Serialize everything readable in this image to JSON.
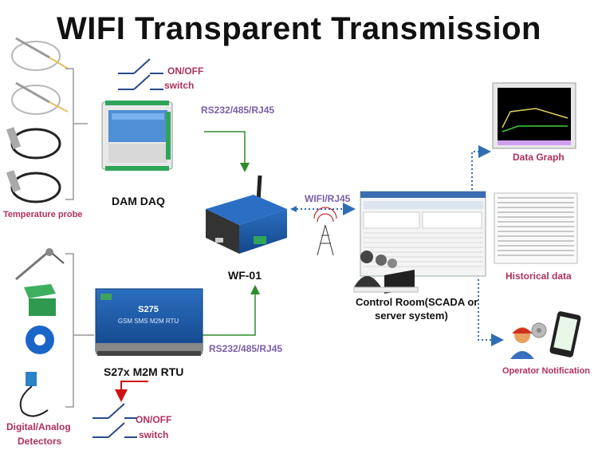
{
  "title": "WIFI Transparent Transmission",
  "labels": {
    "onoff_top_line1": "ON/OFF",
    "onoff_top_line2": "switch",
    "rs_top": "RS232/485/RJ45",
    "rs_bottom": "RS232/485/RJ45",
    "dam_daq": "DAM DAQ",
    "temp_probe": "Temperature probe",
    "wifi_rj45": "WIFI/RJ45",
    "wf01": "WF-01",
    "data_graph": "Data Graph",
    "historical_data": "Historical data",
    "control_room_line1": "Control Room(SCADA or",
    "control_room_line2": "server system)",
    "operator_notification": "Operator Notification",
    "s27x": "S27x M2M RTU",
    "digital_analog_line1": "Digital/Analog",
    "digital_analog_line2": "Detectors",
    "onoff_bottom_line1": "ON/OFF",
    "onoff_bottom_line2": "switch"
  },
  "device_text": {
    "s275_model": "S275",
    "s275_sub": "GSM SMS M2M RTU"
  },
  "colors": {
    "green_arrow": "#2e8b2e",
    "blue_dotted": "#2f6db5",
    "purple_label": "#7b5ea8",
    "pink_label": "#b0305a",
    "red_arrow": "#d01010"
  }
}
